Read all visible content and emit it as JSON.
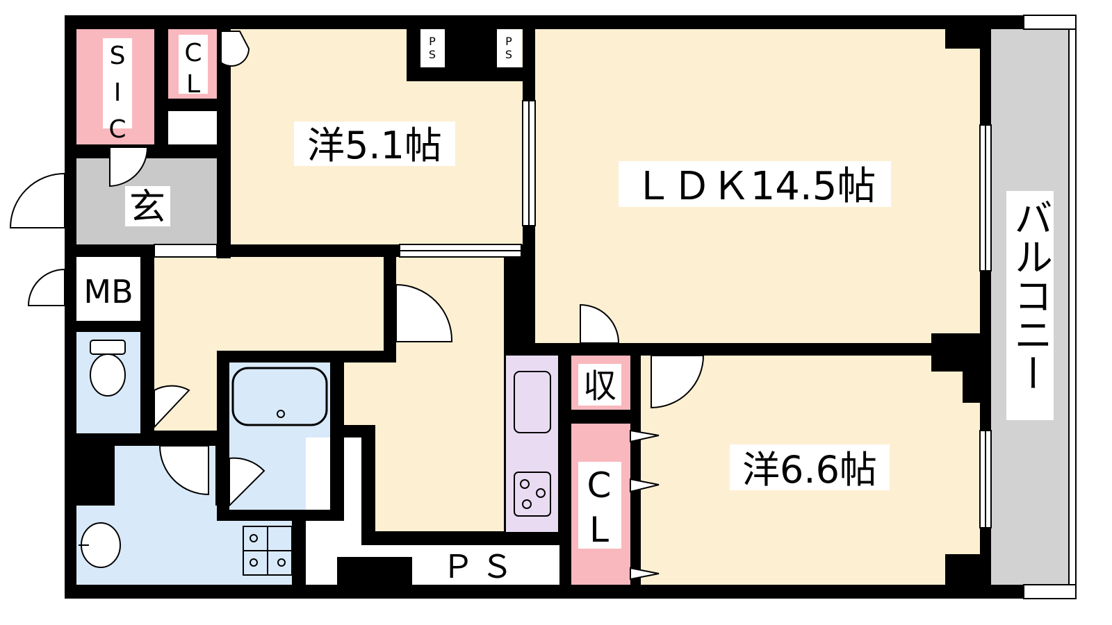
{
  "colors": {
    "wall": "#000000",
    "living": "#fdf0d2",
    "storage_pink": "#f9b8bd",
    "entrance_gray": "#c9c9c9",
    "wet_blue": "#d8e9fa",
    "kitchen_lilac": "#e9dcf2",
    "balcony_gray": "#d2d2d2",
    "label_bg": "#ffffff"
  },
  "rooms": {
    "western_room_1": "洋5.1帖",
    "ldk": "ＬＤＫ14.5帖",
    "western_room_2": "洋6.6帖",
    "balcony": "バルコニー",
    "walk_in_closet": "SIC",
    "closet_small": "CL",
    "closet_large": "CL",
    "entrance": "玄",
    "meter_box": "MB",
    "storage": "収",
    "pipe_space_1": "PS",
    "pipe_space_2": "PS",
    "pipe_space_3": "ＰＳ"
  },
  "icons": [
    "toilet-icon",
    "bathtub-icon",
    "washbasin-icon",
    "washing-machine-icon",
    "sink-icon",
    "stove-icon",
    "door-swing-icon",
    "window-icon"
  ]
}
